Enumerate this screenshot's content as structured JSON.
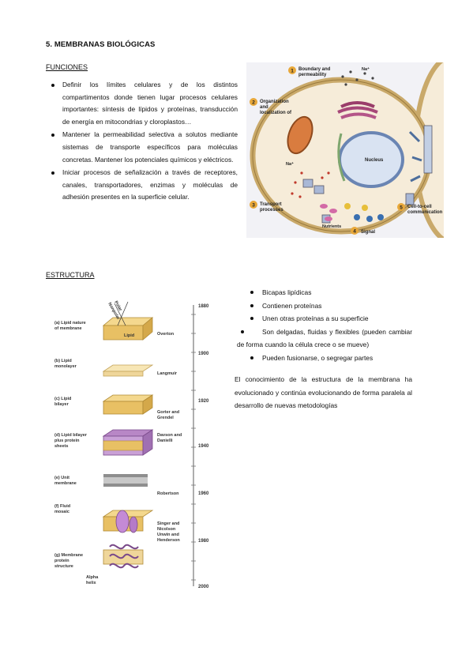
{
  "heading": "5. MEMBRANAS BIOLÓGICAS",
  "funciones": {
    "title": "FUNCIONES",
    "items": [
      "Definir los límites celulares y de los distintos compartimentos donde tienen lugar procesos celulares importantes: síntesis de lípidos y proteínas, transducción de energía en mitocondrias y cloroplastos…",
      "Mantener la permeabilidad selectiva a solutos mediante sistemas de transporte específicos para moléculas concretas. Mantener los potenciales químicos y eléctricos.",
      "Iniciar procesos de señalización a través de receptores, canales, transportadores, enzimas y moléculas de adhesión presentes en la superficie celular."
    ]
  },
  "figure_cell": {
    "labels": {
      "l1a": "Boundary and",
      "l1b": "permeability",
      "l2a": "Organization",
      "l2b": "and",
      "l2c": "localization of",
      "l3a": "Transport",
      "l3b": "processes",
      "l4": "Signal",
      "l5a": "Cell-to-cell",
      "l5b": "communication",
      "nucleus": "Nucleus",
      "nutrients": "Nutrients",
      "na1": "Na⁺",
      "na2": "Na⁺",
      "n1": "1",
      "n2": "2",
      "n3": "3",
      "n4": "4",
      "n5": "5"
    }
  },
  "estructura": {
    "title": "ESTRUCTURA",
    "items": [
      "Bicapas lipídicas",
      "Contienen proteínas",
      "Unen otras proteínas a su superficie",
      "Son delgadas, fluidas y flexibles (pueden cambiar de forma cuando la célula crece o se mueve)",
      "Pueden fusionarse, o segregar partes"
    ],
    "paragraph": "El conocimiento de la estructura de la membrana ha evolucionado y continúa evolucionando de forma paralela al desarrollo de nuevas metodologías"
  },
  "figure_timeline": {
    "years": [
      "1880",
      "1900",
      "1920",
      "1940",
      "1960",
      "1980",
      "2000"
    ],
    "stages": [
      {
        "label": [
          "(a) Lipid nature",
          "of membrane"
        ],
        "author": [
          "Overton"
        ]
      },
      {
        "label": [
          "(b) Lipid",
          "monolayer"
        ],
        "author": [
          "Langmuir"
        ]
      },
      {
        "label": [
          "(c) Lipid",
          "bilayer"
        ],
        "author": [
          "Gorter and",
          "Grendel"
        ]
      },
      {
        "label": [
          "(d) Lipid bilayer",
          "plus protein",
          "sheets"
        ],
        "author": [
          "Davson and",
          "Danielli"
        ]
      },
      {
        "label": [
          "(e) Unit",
          "membrane"
        ],
        "author": [
          "Robertson"
        ]
      },
      {
        "label": [
          "(f) Fluid",
          "mosaic"
        ],
        "author": [
          "Singer and",
          "Nicolson",
          "Unwin and",
          "Henderson"
        ]
      },
      {
        "label": [
          "(g) Membrane",
          "protein",
          "structure"
        ],
        "author": []
      }
    ],
    "extra": {
      "polar": "Polar",
      "nonpolar": "Nonpolar",
      "lipid": "Lipid",
      "alpha": "Alpha",
      "helix": "helix"
    }
  }
}
